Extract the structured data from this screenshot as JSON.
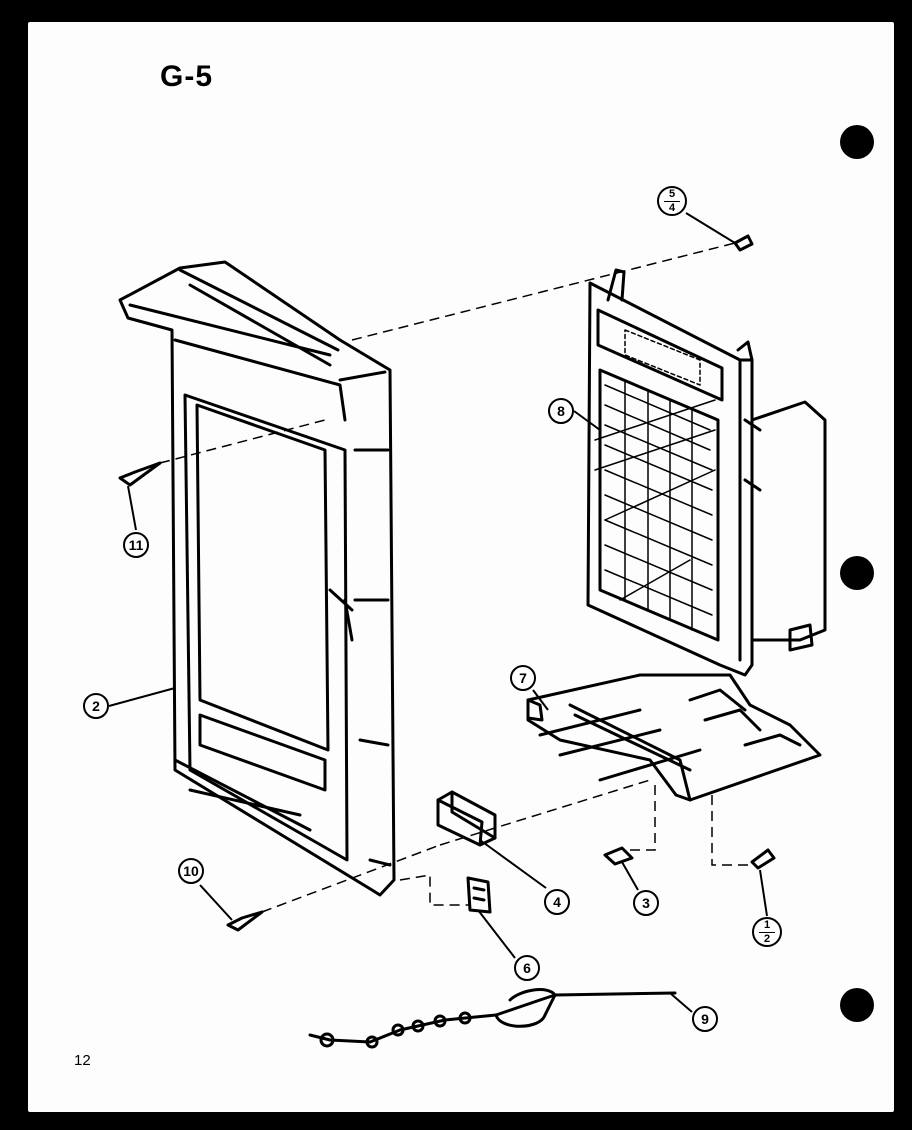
{
  "title": "G-5",
  "page_number": "12",
  "callouts": {
    "c1_top": "1",
    "c1_bot": "2",
    "c2": "2",
    "c3": "3",
    "c4": "4",
    "c5_top": "5",
    "c5_bot": "4",
    "c6": "6",
    "c7": "7",
    "c8": "8",
    "c9": "9",
    "c10": "10",
    "c11": "11"
  }
}
